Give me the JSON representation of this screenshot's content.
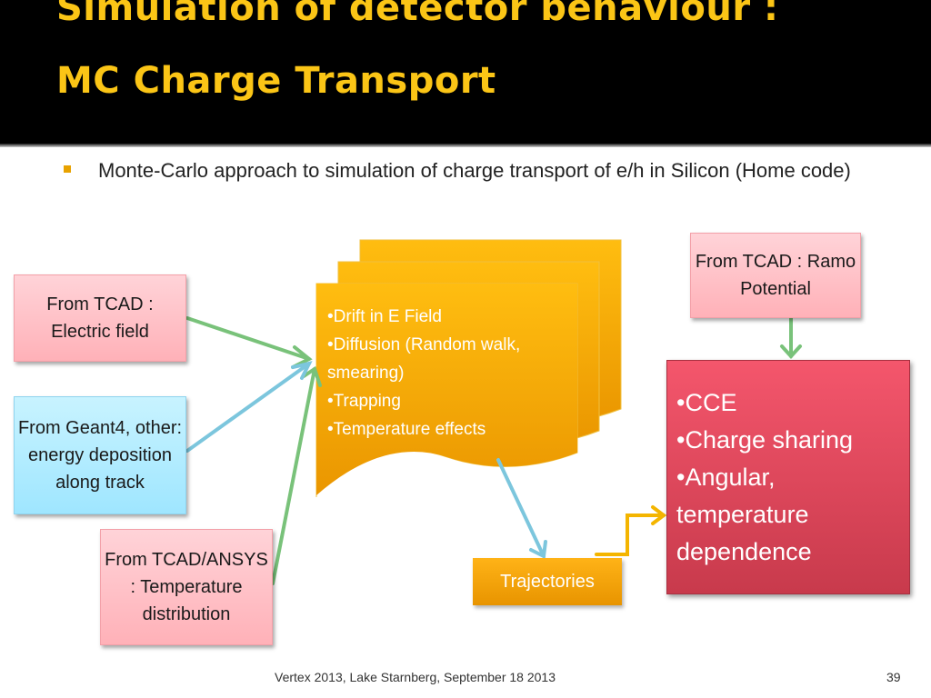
{
  "slide": {
    "title_line1": "Simulation of detector behaviour :",
    "title_line2": "MC Charge Transport",
    "bullet": "Monte-Carlo approach to simulation of charge transport of e/h in Silicon (Home code)",
    "inputs": {
      "electric_field": "From TCAD : Electric field",
      "geant4": "From Geant4, other: energy deposition along track",
      "temperature": "From TCAD/ANSYS : Temperature distribution",
      "ramo": "From TCAD : Ramo Potential"
    },
    "process_items": [
      "•Drift in E Field",
      "•Diffusion (Random walk, smearing)",
      "•Trapping",
      "•Temperature effects"
    ],
    "trajectories": "Trajectories",
    "results": [
      "•CCE",
      "•Charge sharing",
      "•Angular, temperature dependence"
    ],
    "footer": "Vertex 2013, Lake Starnberg, September 18 2013",
    "page_number": "39"
  },
  "colors": {
    "title_bg": "#000000",
    "title_text": "#fbc516",
    "doc_orange": "#f1a100",
    "result_red": "#e34a5e",
    "green_arrow": "#79c27a",
    "blue_arrow": "#7cc6dd",
    "gold_arrow": "#f4b500"
  }
}
